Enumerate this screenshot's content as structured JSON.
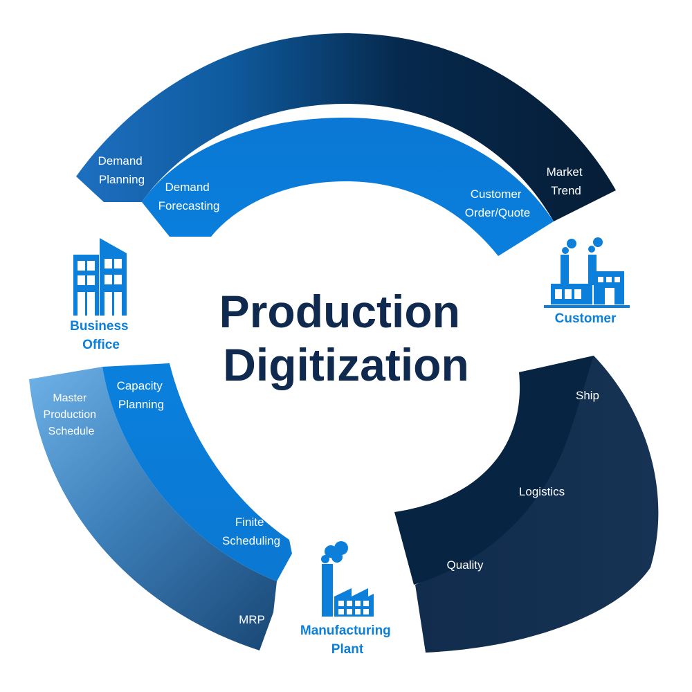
{
  "title": {
    "line1": "Production",
    "line2": "Digitization"
  },
  "nodes": {
    "business_office": {
      "line1": "Business",
      "line2": "Office",
      "icon": "office-building-icon"
    },
    "customer": {
      "line1": "Customer",
      "icon": "factory-icon"
    },
    "manufacturing_plant": {
      "line1": "Manufacturing",
      "line2": "Plant",
      "icon": "factory-smoke-icon"
    }
  },
  "segments": {
    "demand_planning": {
      "line1": "Demand",
      "line2": "Planning"
    },
    "demand_forecasting": {
      "line1": "Demand",
      "line2": "Forecasting"
    },
    "customer_order_quote": {
      "line1": "Customer",
      "line2": "Order/Quote"
    },
    "market_trend": {
      "line1": "Market",
      "line2": "Trend"
    },
    "master_production_schedule": {
      "line1": "Master",
      "line2": "Production",
      "line3": "Schedule"
    },
    "capacity_planning": {
      "line1": "Capacity",
      "line2": "Planning"
    },
    "finite_scheduling": {
      "line1": "Finite",
      "line2": "Scheduling"
    },
    "mrp": {
      "line1": "MRP"
    },
    "ship": {
      "line1": "Ship"
    },
    "logistics": {
      "line1": "Logistics"
    },
    "quality": {
      "line1": "Quality"
    }
  },
  "colors": {
    "title": "#0f2a4e",
    "node_label": "#0b7fd9",
    "bright_blue": "#0b7fd9",
    "navy": "#0d2a4b",
    "dark_navy": "#072443",
    "light_blue": "#5aa7e0"
  }
}
